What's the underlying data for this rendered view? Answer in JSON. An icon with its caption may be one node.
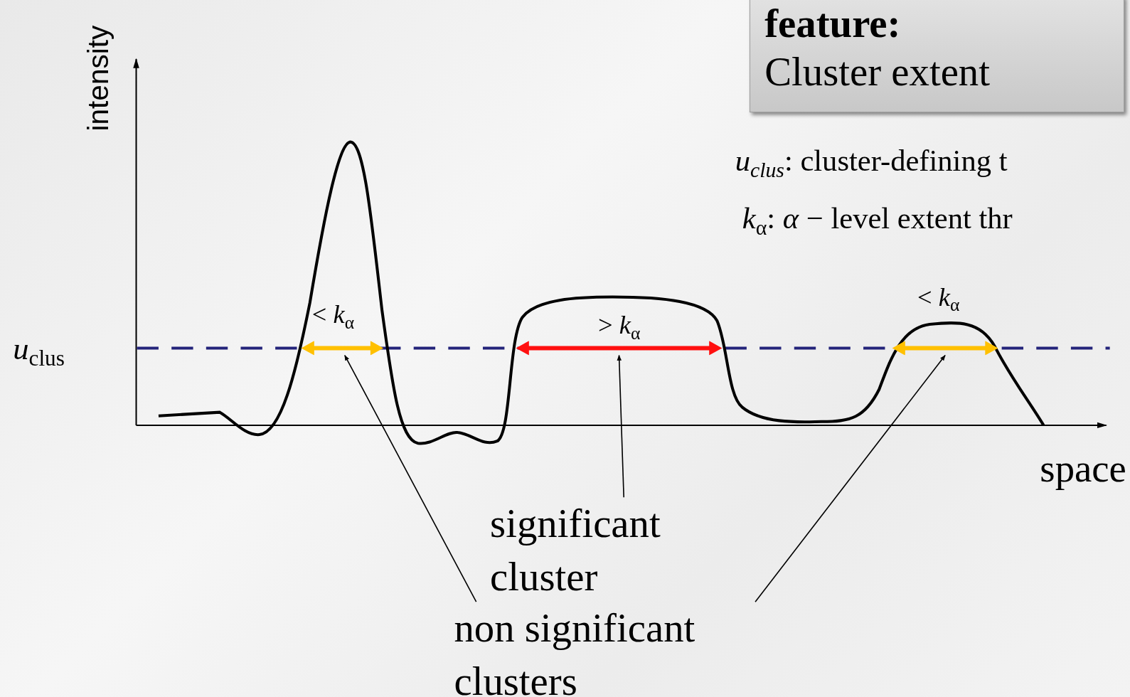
{
  "diagram": {
    "nodes": [
      {
        "text": [
          "feature:",
          "Cluster extent"
        ]
      },
      {
        "text": [],
        "shape": "bar",
        "beside": [
          "< *k*$_{α}$"
        ]
      },
      {
        "text": [],
        "shape": "bar",
        "beside": [
          "> *k*$_{α}$"
        ]
      },
      {
        "text": [],
        "shape": "bar",
        "beside": [
          "< *k*$_{α}$"
        ]
      },
      {
        "text": [
          "significant cluster"
        ]
      },
      {
        "text": [
          "non significant clusters"
        ]
      }
    ],
    "edges": [
      {
        "from": 4,
        "to": 2,
        "arrow": "to"
      },
      {
        "from": 5,
        "to": 1,
        "arrow": "to"
      },
      {
        "from": 5,
        "to": 3,
        "arrow": "to"
      }
    ],
    "labels": [
      "intensity",
      "*u*$_{clus}$: cluster-defining t",
      "*k*$_{α}$: *α* − level extent thr",
      "*u*$_{clus}$",
      "space"
    ]
  }
}
